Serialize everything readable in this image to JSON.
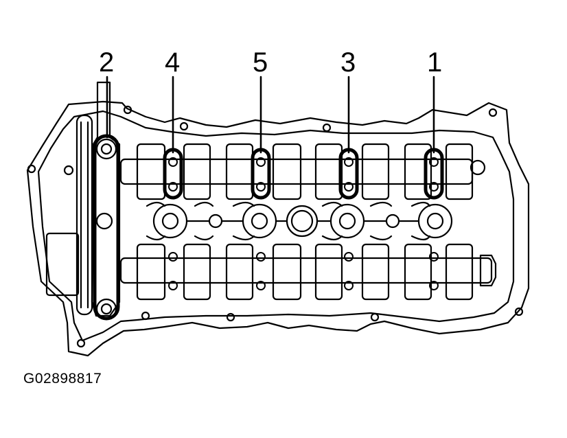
{
  "callouts": [
    {
      "label": "2"
    },
    {
      "label": "4"
    },
    {
      "label": "5"
    },
    {
      "label": "3"
    },
    {
      "label": "1"
    }
  ],
  "figure_code": "G02898817",
  "colors": {
    "line": "#000000",
    "background": "#ffffff"
  }
}
